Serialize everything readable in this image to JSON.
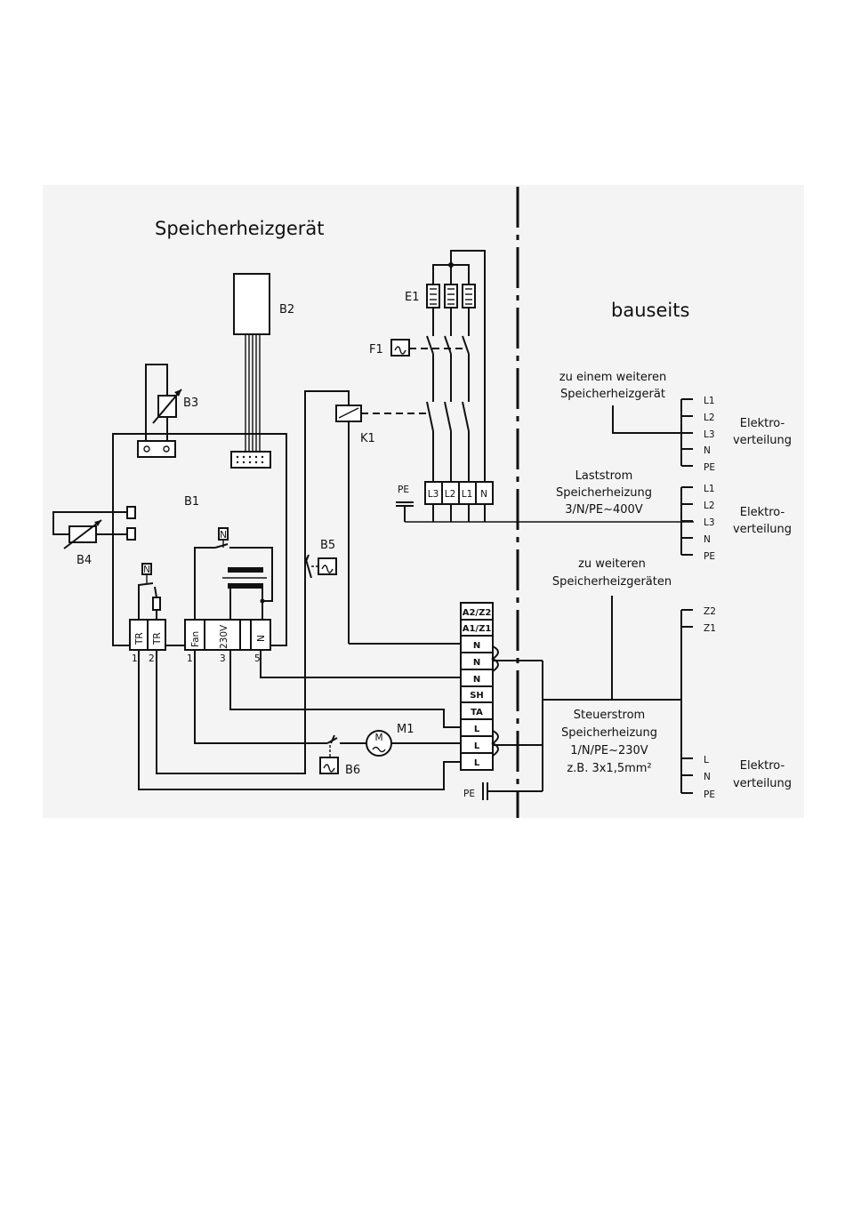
{
  "title_device": "Speicherheizgerät",
  "title_site": "bauseits",
  "components": {
    "b1": "B1",
    "b2": "B2",
    "b3": "B3",
    "b4": "B4",
    "b5": "B5",
    "b6": "B6",
    "e1": "E1",
    "f1": "F1",
    "k1": "K1",
    "m1": "M1"
  },
  "b1_terminals": [
    {
      "label": "TR",
      "num": "1"
    },
    {
      "label": "TR",
      "num": "2"
    },
    {
      "label": "Fan",
      "num": "1"
    },
    {
      "label": "230V",
      "num": "3"
    },
    {
      "label": "N",
      "num": "5"
    }
  ],
  "n_marks": [
    "N",
    "N"
  ],
  "motor_symbol": "M",
  "load_terminals": [
    "L3",
    "L2",
    "L1",
    "N"
  ],
  "pe_label": "PE",
  "control_terminals": [
    "A2/Z2",
    "A1/Z1",
    "N",
    "N",
    "N",
    "SH",
    "TA",
    "L",
    "L",
    "L"
  ],
  "control_pe_label": "PE",
  "notes": {
    "weiterer_line1": "zu einem weiteren",
    "weiterer_line2": "Speicherheizgerät",
    "laststrom_line1": "Laststrom",
    "laststrom_line2": "Speicherheizung",
    "laststrom_line3": "3/N/PE~400V",
    "weitere_line1": "zu weiteren",
    "weitere_line2": "Speicherheizgeräten",
    "steuer_line1": "Steuerstrom",
    "steuer_line2": "Speicherheizung",
    "steuer_line3": "1/N/PE~230V",
    "steuer_line4": "z.B. 3x1,5mm²"
  },
  "distribution_groups": [
    {
      "lines": [
        "L1",
        "L2",
        "L3",
        "N",
        "PE"
      ],
      "label1": "Elektro-",
      "label2": "verteilung"
    },
    {
      "lines": [
        "L1",
        "L2",
        "L3",
        "N",
        "PE"
      ],
      "label1": "Elektro-",
      "label2": "verteilung"
    },
    {
      "lines": [
        "Z2",
        "Z1"
      ]
    },
    {
      "lines": [
        "L",
        "N",
        "PE"
      ],
      "label1": "Elektro-",
      "label2": "verteilung"
    }
  ]
}
